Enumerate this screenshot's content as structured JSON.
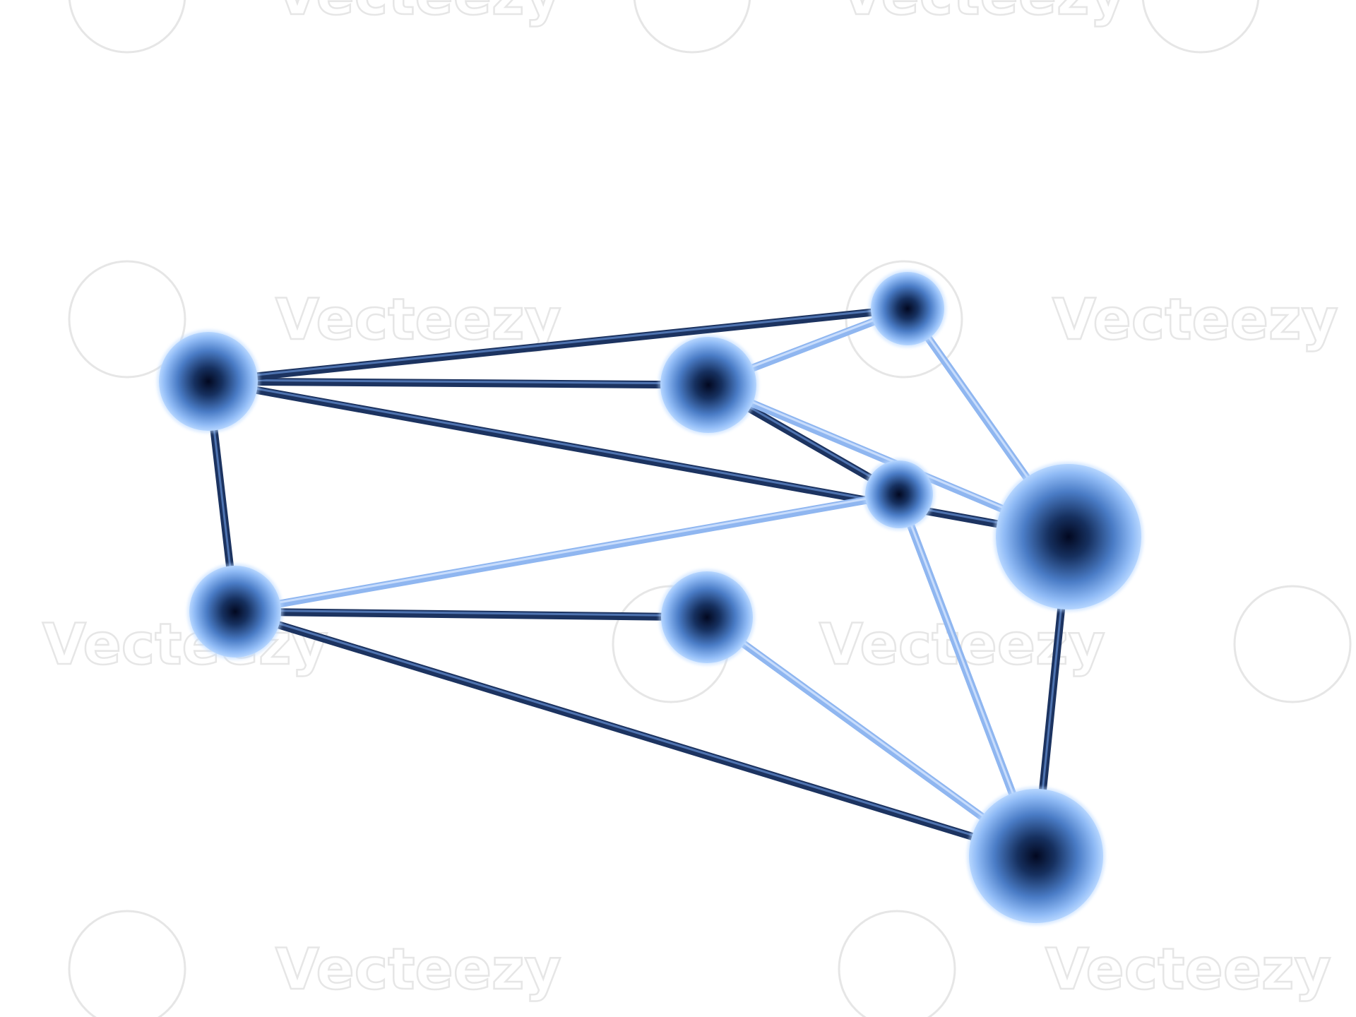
{
  "watermark": {
    "text": "Vecteezy",
    "icon": "vecteezy-logo-icon"
  },
  "colors": {
    "sphere_highlight": "#9cc8ff",
    "sphere_mid": "#3f6fb8",
    "sphere_core": "#020820",
    "rod_dark": "#1c3360",
    "rod_light": "#8fb6f0"
  },
  "diagram": {
    "nodes": [
      {
        "id": "n1"
      },
      {
        "id": "n2"
      },
      {
        "id": "n3"
      },
      {
        "id": "n4"
      },
      {
        "id": "n5"
      },
      {
        "id": "n6"
      },
      {
        "id": "n7"
      },
      {
        "id": "n8"
      },
      {
        "id": "n9"
      }
    ],
    "edges": [
      {
        "from": "n1",
        "to": "n2"
      },
      {
        "from": "n1",
        "to": "n3"
      },
      {
        "from": "n1",
        "to": "n8"
      },
      {
        "from": "n1",
        "to": "n4"
      },
      {
        "from": "n3",
        "to": "n2"
      },
      {
        "from": "n3",
        "to": "n8"
      },
      {
        "from": "n2",
        "to": "n7"
      },
      {
        "from": "n2",
        "to": "n8"
      },
      {
        "from": "n7",
        "to": "n4"
      },
      {
        "from": "n7",
        "to": "n6"
      },
      {
        "from": "n7",
        "to": "n9"
      },
      {
        "from": "n4",
        "to": "n5"
      },
      {
        "from": "n4",
        "to": "n9"
      },
      {
        "from": "n5",
        "to": "n9"
      },
      {
        "from": "n8",
        "to": "n9"
      }
    ]
  }
}
